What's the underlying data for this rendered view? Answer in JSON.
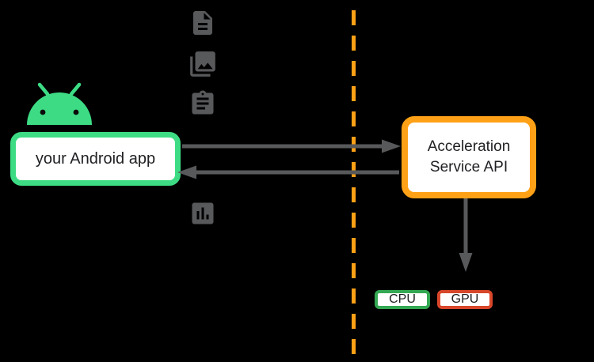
{
  "diagram": {
    "app_box": {
      "label": "your Android app"
    },
    "api_box": {
      "label": "Acceleration Service API"
    },
    "cpu_box": {
      "label": "CPU"
    },
    "gpu_box": {
      "label": "GPU"
    },
    "icons": {
      "android": "android-robot-icon",
      "document": "document-file-icon",
      "photos": "photo-library-icon",
      "clipboard": "clipboard-task-icon",
      "bar_chart": "bar-chart-icon"
    },
    "arrows": {
      "app_to_api": "right",
      "api_to_app": "left",
      "api_to_hardware": "down"
    }
  },
  "colors": {
    "background": "#000000",
    "android-green": "#3ddc84",
    "api-orange": "#ffa116",
    "cpu-green": "#34a853",
    "gpu-red": "#d9472b",
    "arrow-gray": "#58595b",
    "icon-gray": "#58595b",
    "box-bg": "#ffffff",
    "text-dark": "#202124"
  }
}
